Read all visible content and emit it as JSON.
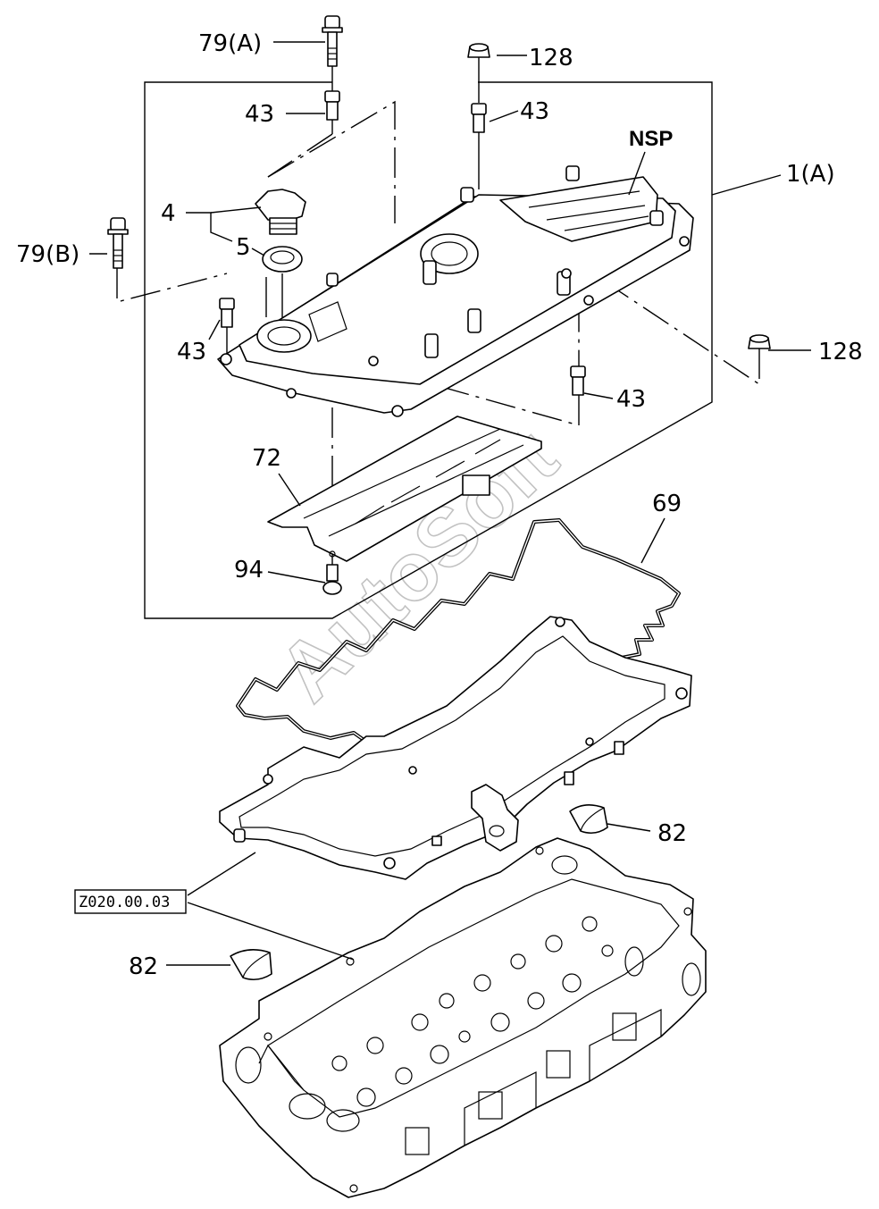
{
  "diagram": {
    "labels": {
      "bolt_79a": "79(A)",
      "bolt_79b": "79(B)",
      "nut_128_top": "128",
      "nut_128_right": "128",
      "stud_43_top_left": "43",
      "stud_43_top_right": "43",
      "stud_43_left": "43",
      "stud_43_right": "43",
      "nsp": "NSP",
      "cover_assembly": "1(A)",
      "oil_cap": "4",
      "oil_cap_seal": "5",
      "baffle_plate": "72",
      "cover_gasket": "69",
      "screw_94": "94",
      "plug_82_right": "82",
      "plug_82_left": "82",
      "reference_code": "Z020.00.03"
    },
    "watermark": "AutoSoft"
  }
}
